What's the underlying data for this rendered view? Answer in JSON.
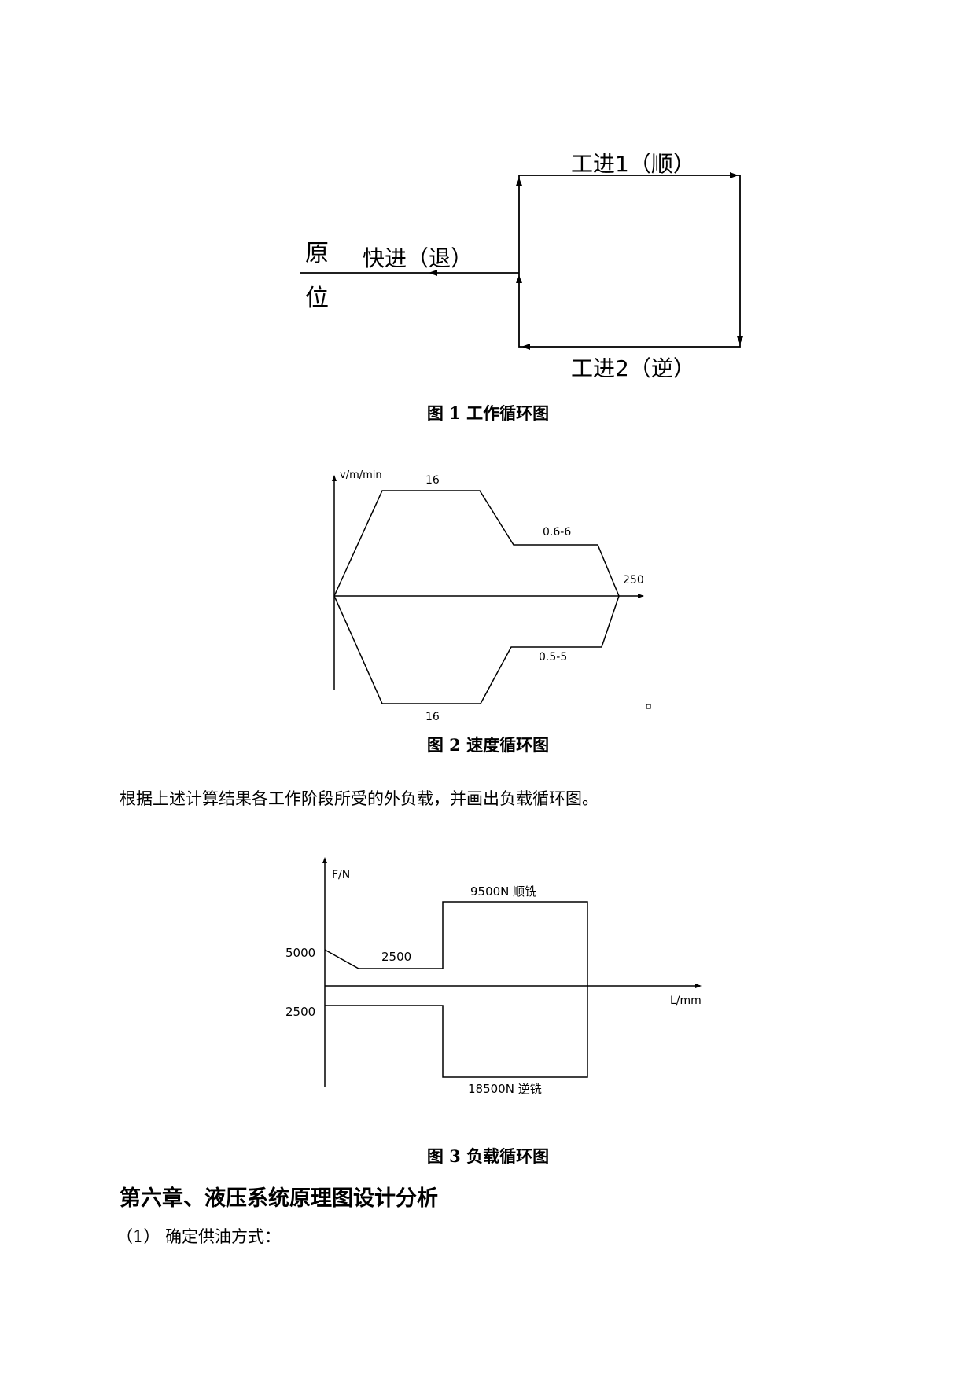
{
  "fig1": {
    "label_origin_1": "原",
    "label_origin_2": "位",
    "label_fast": "快进（退）",
    "label_work1": "工进1（顺）",
    "label_work2": "工进2（逆）",
    "caption": "图 1  工作循环图"
  },
  "fig2": {
    "y_axis_label": "v/m/min",
    "x_end_label": "250",
    "top_fast_value": "16",
    "top_work_value": "0.6-6",
    "bottom_work_value": "0.5-5",
    "bottom_fast_value": "16",
    "caption": "图 2  速度循环图"
  },
  "paragraph": "根据上述计算结果各工作阶段所受的外负载，并画出负载循环图。",
  "fig3": {
    "y_axis_label": "F/N",
    "x_axis_label": "L/mm",
    "top_left_value": "5000",
    "top_mid_value": "2500",
    "top_high_value": "9500N 顺铣",
    "bottom_left_value": "2500",
    "bottom_low_value": "18500N 逆铣",
    "caption": "图 3  负载循环图"
  },
  "chapter_heading": "第六章、液压系统原理图设计分析",
  "list_item_1": "（1）  确定供油方式："
}
